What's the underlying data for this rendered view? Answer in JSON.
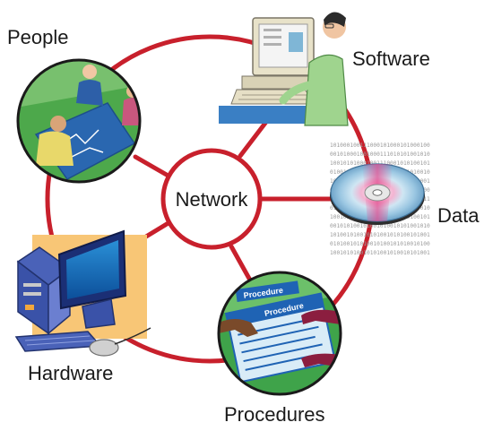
{
  "center": {
    "label": "Network"
  },
  "components": {
    "people": {
      "label": "People",
      "icon": "people-meeting-icon"
    },
    "software": {
      "label": "Software",
      "icon": "computer-user-icon"
    },
    "data": {
      "label": "Data",
      "icon": "optical-disc-icon"
    },
    "procedures": {
      "label": "Procedures",
      "icon": "procedure-document-icon"
    },
    "hardware": {
      "label": "Hardware",
      "icon": "desktop-computer-icon"
    },
    "procedure_doc": {
      "title": "Procedure",
      "banner": "Procedure"
    }
  },
  "binary_text": {
    "rows": [
      "101000100111000101000101000100",
      "001010001001000111010101001010",
      "100101010001001110001010100101",
      "010010100100100010101001010010",
      "101010010100100101010010101001",
      "001001010100100101000101010100",
      "110100101001010010100101001011",
      "010100100101001010101001010010",
      "100101001010100101010010100101",
      "001010100101001010010101001010",
      "101001010010101001010100101001",
      "010100101010010100101010010100",
      "100101010010101001010010101001"
    ]
  },
  "colors": {
    "ring": "#c8202c",
    "accent_blue": "#1f63b4",
    "disc_pink": "#e34b8e",
    "green": "#2f8a2c"
  }
}
